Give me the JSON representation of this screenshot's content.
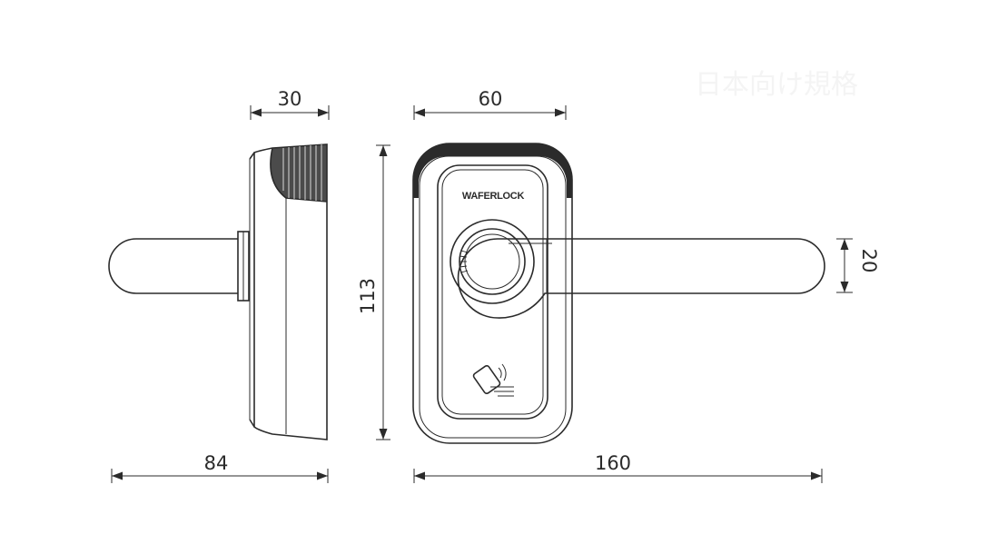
{
  "watermark": "日本向け規格",
  "brand": "WAFERLOCK",
  "dimensions": {
    "side_depth": "30",
    "side_total_length": "84",
    "front_width": "60",
    "front_height": "113",
    "front_total_length": "160",
    "lever_diameter": "20"
  },
  "colors": {
    "line": "#2b2b2b",
    "background": "#ffffff"
  },
  "icons": [
    "rfid-card-icon",
    "fingerprint-ring-icon"
  ]
}
